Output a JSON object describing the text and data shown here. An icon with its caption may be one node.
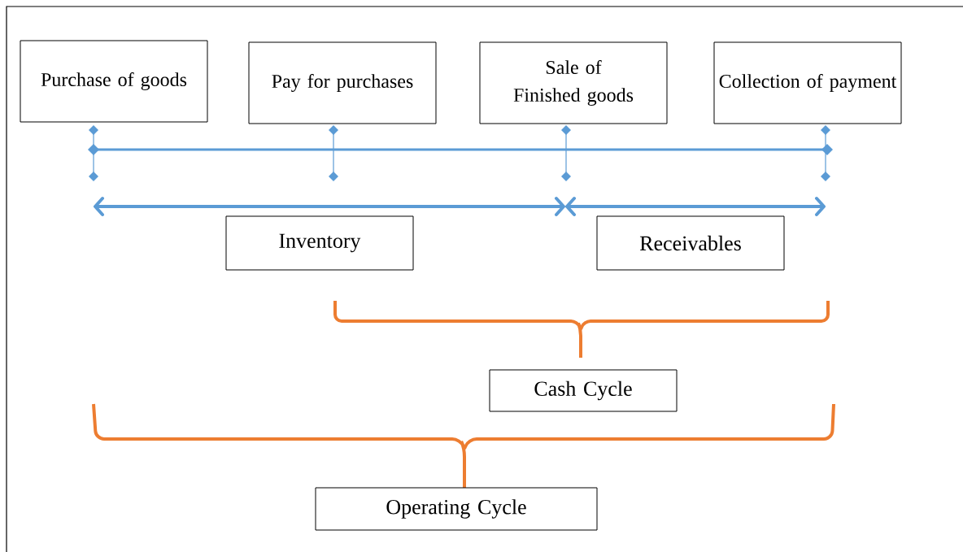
{
  "diagram": {
    "nodes": [
      {
        "text": [
          "Purchase of goods"
        ]
      },
      {
        "text": [
          "Pay for purchases"
        ]
      },
      {
        "text": [
          "Sale of Finished goods"
        ]
      },
      {
        "text": [
          "Collection of payment"
        ]
      },
      {
        "text": [
          "Inventory"
        ]
      },
      {
        "text": [
          "Receivables"
        ]
      },
      {
        "text": [
          "Cash Cycle"
        ]
      },
      {
        "text": [
          "Operating Cycle"
        ]
      }
    ]
  }
}
